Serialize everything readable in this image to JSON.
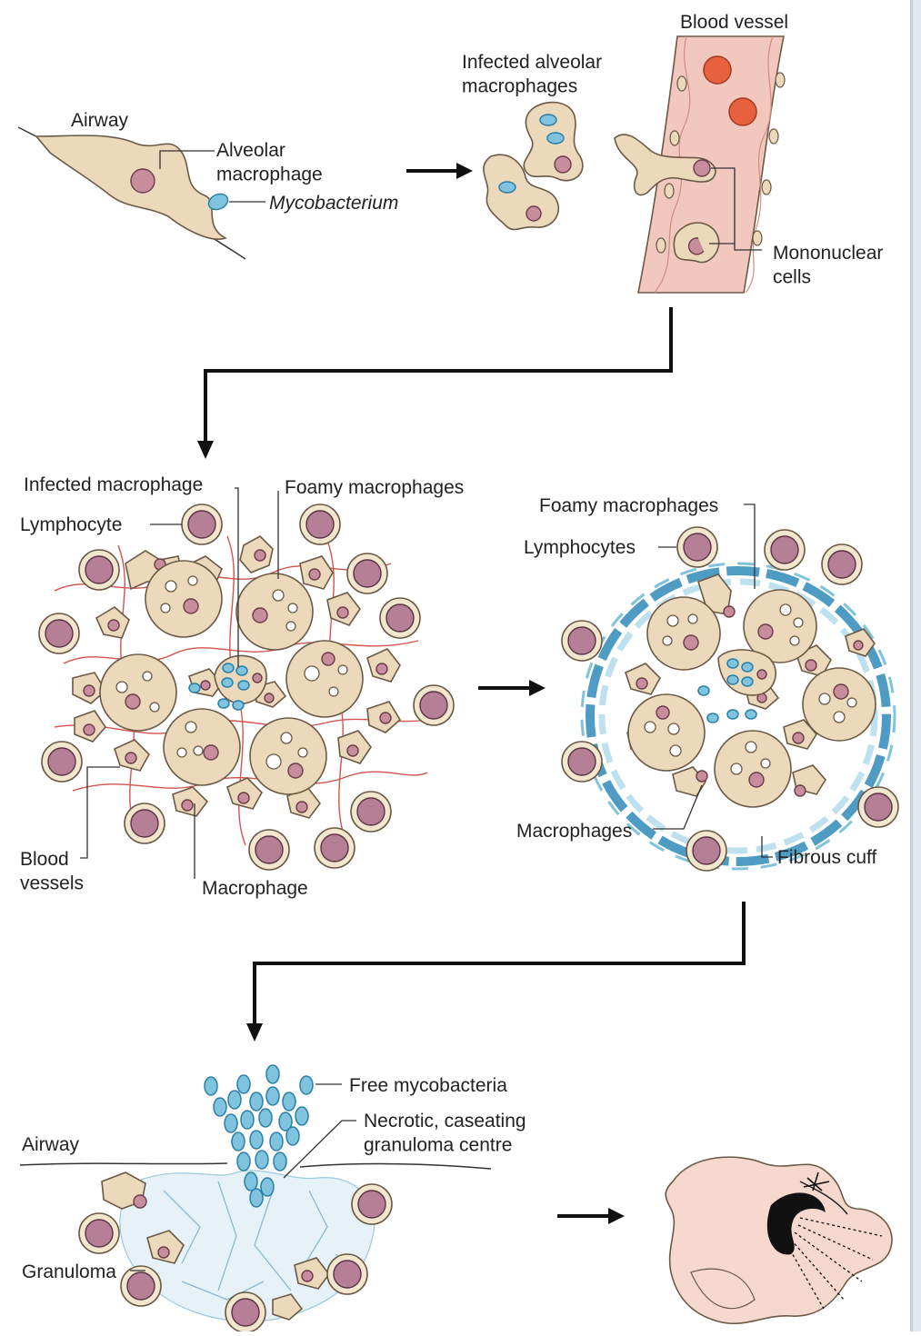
{
  "labels": {
    "airway_top": "Airway",
    "alveolar_macrophage": "Alveolar\nmacrophage",
    "mycobacterium": "Mycobacterium",
    "infected_alveolar_macrophages": "Infected alveolar\nmacrophages",
    "blood_vessel": "Blood vessel",
    "mononuclear_cells": "Mononuclear\ncells",
    "infected_macrophage": "Infected macrophage",
    "foamy_macrophages_left": "Foamy macrophages",
    "lymphocyte": "Lymphocyte",
    "blood_vessels": "Blood\nvessels",
    "macrophage": "Macrophage",
    "foamy_macrophages_right": "Foamy macrophages",
    "lymphocytes": "Lymphocytes",
    "macrophages": "Macrophages",
    "fibrous_cuff": "Fibrous cuff",
    "free_mycobacteria": "Free mycobacteria",
    "necrotic_centre": "Necrotic, caseating\ngranuloma centre",
    "airway_bottom": "Airway",
    "granuloma": "Granuloma"
  },
  "colors": {
    "cell_body": "#ecd9bc",
    "nucleus": "#c78d9c",
    "bacterium": "#7fc3de",
    "blood_vessel": "#f2c7bd",
    "red_blood_cell": "#e8613f",
    "capillary": "#d2544c",
    "fibrous_cuff": "#bfe0ee",
    "lung": "#f7d8cf"
  }
}
